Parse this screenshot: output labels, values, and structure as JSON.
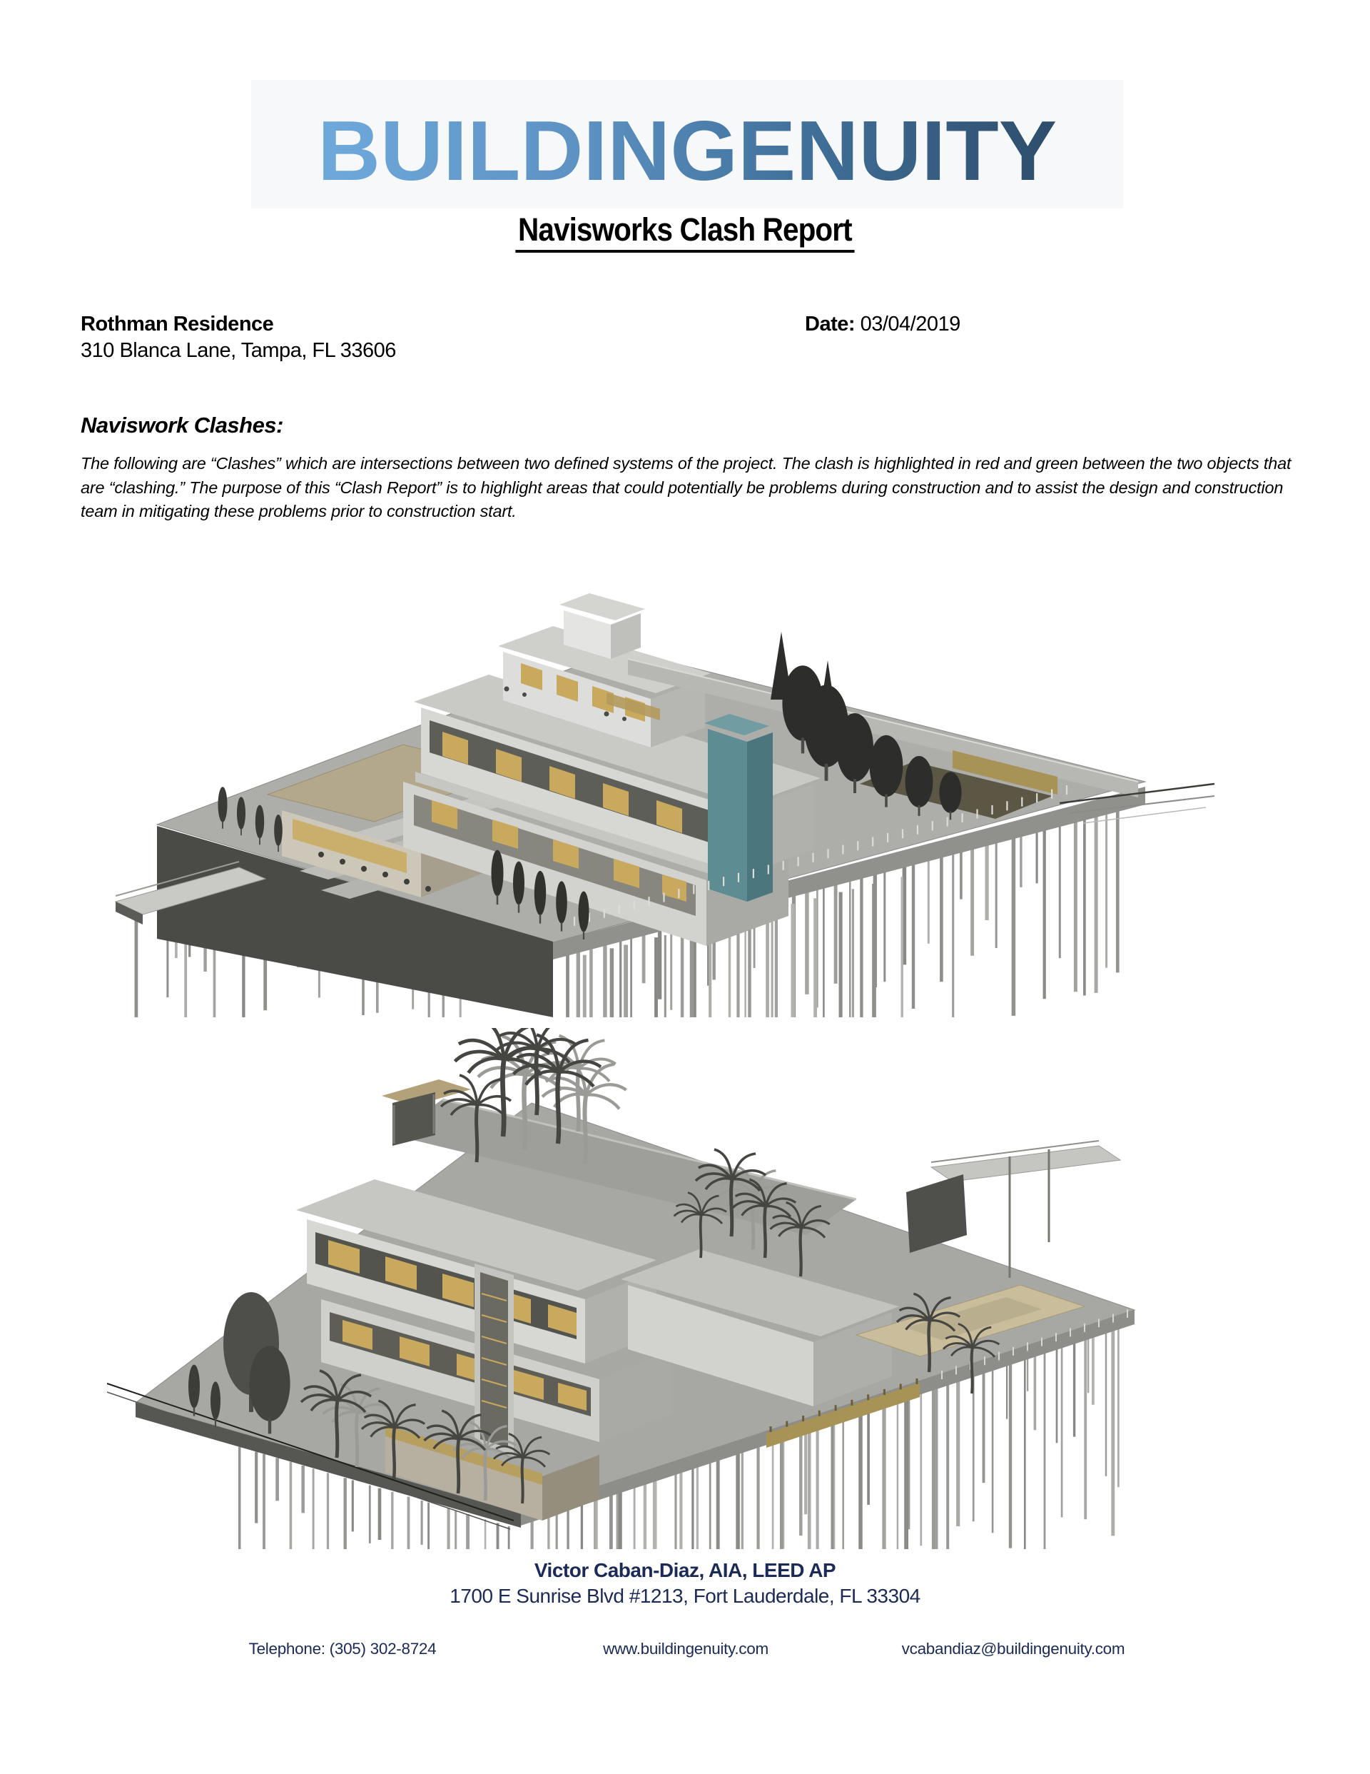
{
  "logo": {
    "text": "BUILDINGENUITY",
    "gradient_start": "#6FA9DC",
    "gradient_end": "#2E4D6B"
  },
  "title": "Navisworks Clash Report",
  "header": {
    "project_name": "Rothman Residence",
    "project_address": "310 Blanca Lane, Tampa, FL 33606",
    "date_label": "Date:",
    "date_value": "03/04/2019"
  },
  "section": {
    "heading": "Naviswork Clashes:",
    "body": "The following are “Clashes” which are intersections between two defined systems of the project.  The clash is highlighted in red and green between the two objects that are “clashing.”  The purpose of this “Clash Report” is to highlight areas that could potentially be problems during construction and to assist the design and construction team in mitigating these problems prior to construction start."
  },
  "footer": {
    "contact_name": "Victor Caban-Diaz, AIA, LEED AP",
    "contact_address": "1700 E Sunrise Blvd #1213, Fort Lauderdale, FL 33304",
    "telephone": "Telephone: (305) 302-8724",
    "website": "www.buildingenuity.com",
    "email": "vcabandiaz@buildingenuity.com",
    "text_color": "#1B2A56"
  },
  "model_palette": {
    "concrete_light": "#D7D7D4",
    "concrete_mid": "#B0B0AC",
    "concrete_shadow": "#4C4C49",
    "pile": "#8F8F8C",
    "glass_tan": "#C9A95E",
    "teal_accent": "#5E8C93",
    "foliage_dark": "#2D2D2B",
    "khaki": "#A79355"
  }
}
